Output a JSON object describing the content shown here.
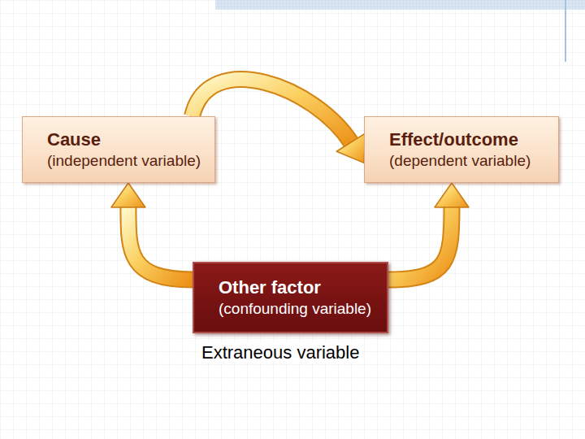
{
  "diagram": {
    "caption": "Extraneous variable",
    "nodes": [
      {
        "text": [
          "Cause",
          "(independent variable)"
        ]
      },
      {
        "text": [
          "Effect/outcome",
          "(dependent variable)"
        ]
      },
      {
        "text": [
          "Other factor",
          "(confounding variable)"
        ]
      }
    ],
    "edges": [
      {
        "from": 0,
        "to": 1,
        "arrow": "to"
      },
      {
        "from": 2,
        "to": 0,
        "arrow": "to"
      },
      {
        "from": 2,
        "to": 1,
        "arrow": "to"
      }
    ]
  }
}
